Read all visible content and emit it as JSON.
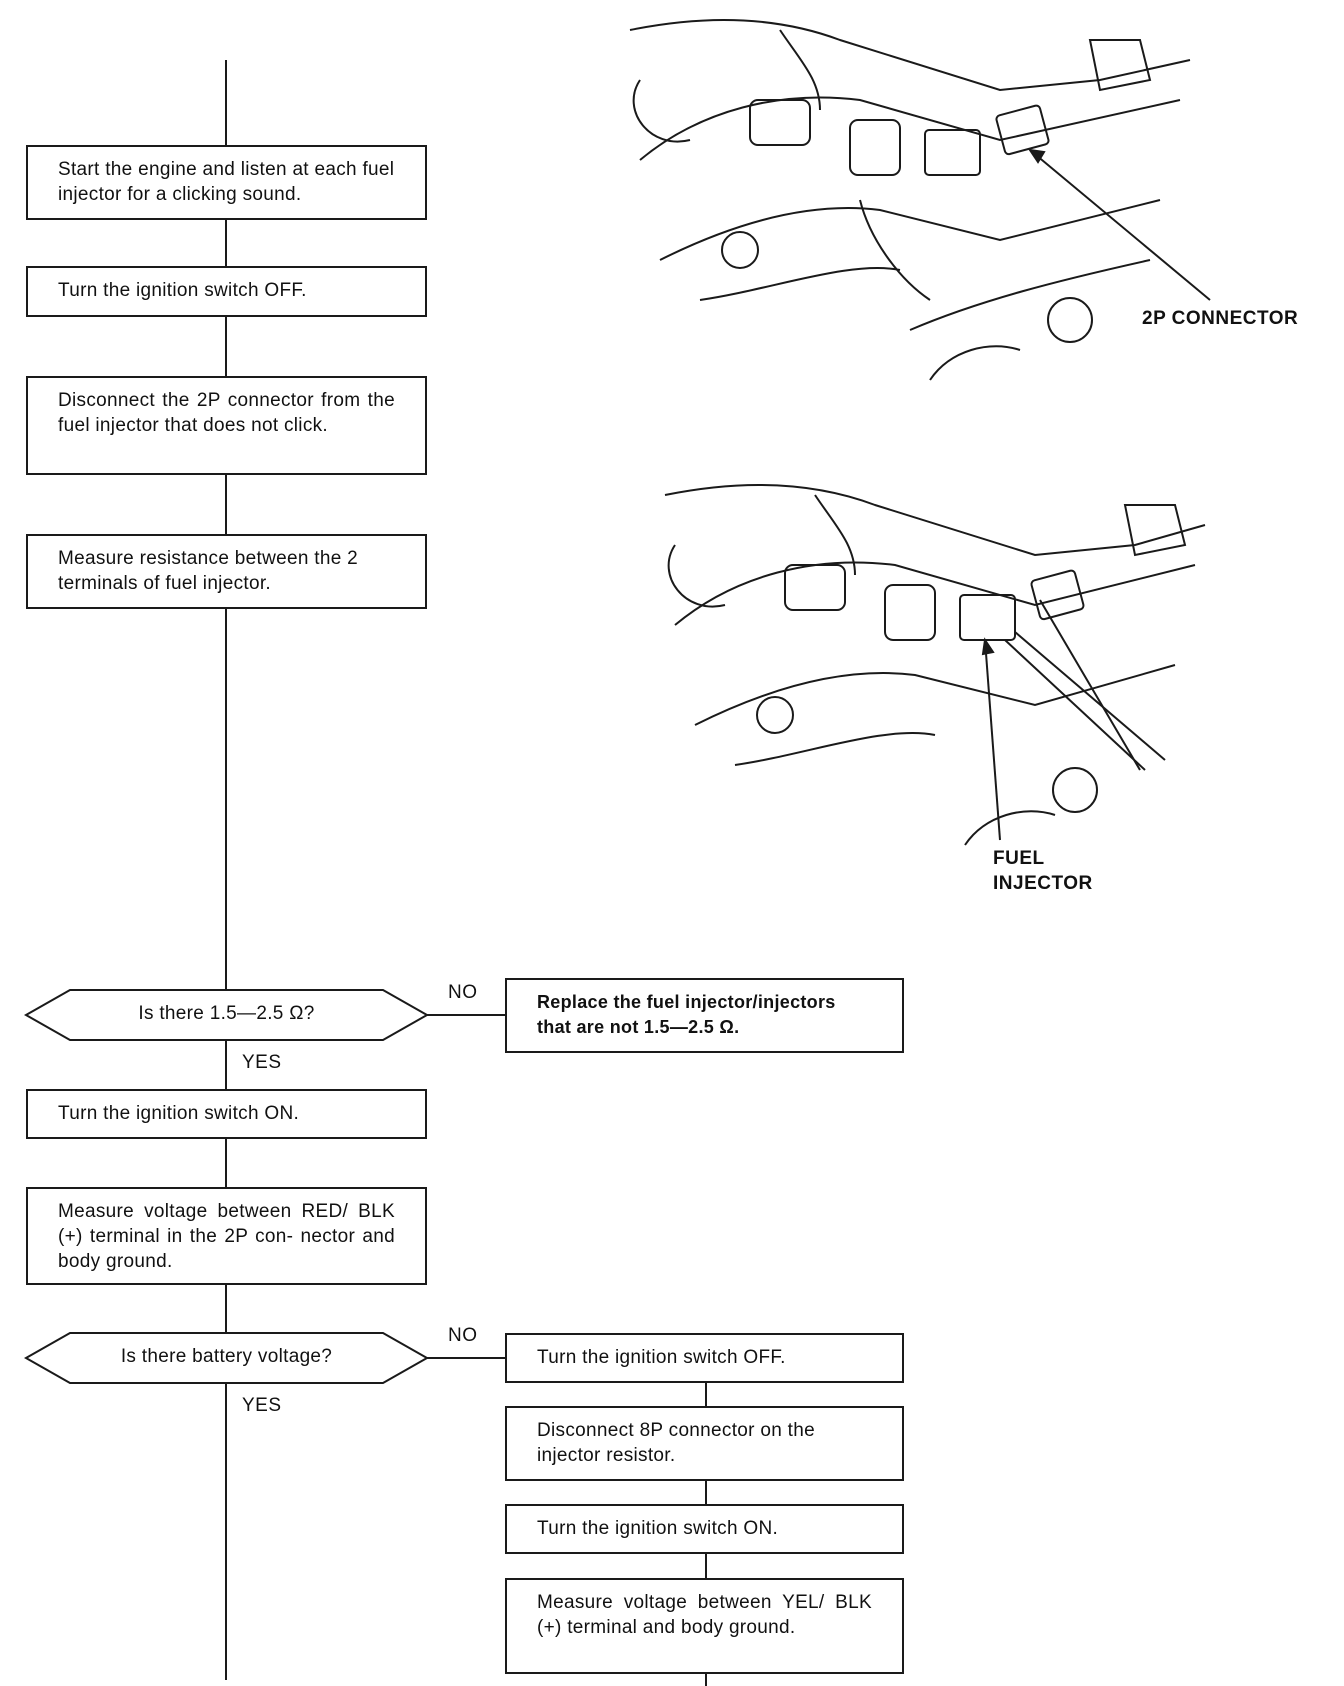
{
  "steps": {
    "s1": "Start the engine and listen at each fuel injector for a clicking sound.",
    "s2": "Turn the ignition switch OFF.",
    "s3": "Disconnect the 2P connector from the fuel injector that does not click.",
    "s4": "Measure resistance between the 2 terminals of fuel injector.",
    "s5": "Turn the ignition switch ON.",
    "s6": "Measure voltage between RED/ BLK (+) terminal in the 2P con- nector and body ground.",
    "r1": "Turn the ignition switch OFF.",
    "r2": "Disconnect 8P connector on the injector resistor.",
    "r3": "Turn the ignition switch ON.",
    "r4": "Measure voltage between YEL/ BLK (+) terminal and body ground.",
    "replace": "Replace the fuel injector/injectors that are not 1.5—2.5 Ω."
  },
  "decisions": {
    "d1": "Is there 1.5—2.5 Ω?",
    "d2": "Is there battery voltage?"
  },
  "branch_labels": {
    "no1": "NO",
    "yes1": "YES",
    "no2": "NO",
    "yes2": "YES"
  },
  "illustrations": {
    "top_label": "2P CONNECTOR",
    "bottom_label_line1": "FUEL",
    "bottom_label_line2": "INJECTOR"
  }
}
